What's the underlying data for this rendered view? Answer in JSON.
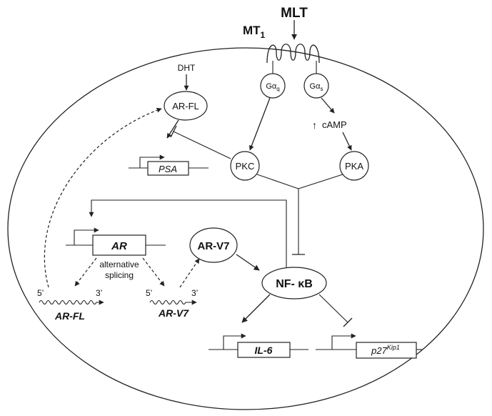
{
  "receptor": {
    "ligand": "MLT",
    "name": "MT",
    "subscript": "1"
  },
  "g_proteins": {
    "gq": {
      "main": "Gα",
      "sub": "q"
    },
    "gs": {
      "main": "Gα",
      "sub": "s"
    }
  },
  "signals": {
    "up_arrow": "↑",
    "camp": "cAMP",
    "dht": "DHT",
    "pkc": "PKC",
    "pka": "PKA",
    "ar_fl_protein": "AR-FL",
    "ar_v7_protein": "AR-V7",
    "nfkb": "NF- κB"
  },
  "genes": {
    "psa": "PSA",
    "ar": "AR",
    "il6": "IL-6",
    "p27": {
      "main": "p27",
      "sup": "Kip1"
    }
  },
  "splicing": {
    "line1": "alternative",
    "line2": "splicing",
    "five_prime": "5’",
    "three_prime": "3’",
    "ar_fl_mrna": "AR-FL",
    "ar_v7_mrna": "AR-V7"
  }
}
